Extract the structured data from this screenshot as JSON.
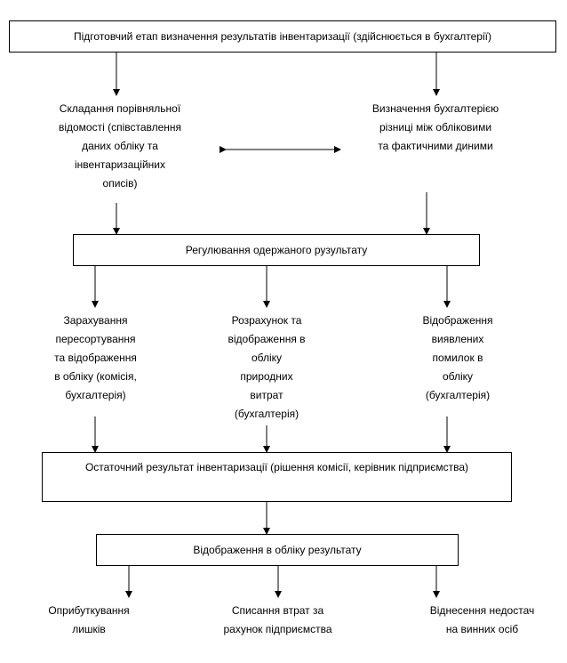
{
  "boxes": {
    "stage_prep": "Підготовчий етап визначення результатів інвентаризації (здійснюється в бухгалтерії)",
    "regulation": "Регулювання одержаного рузультату",
    "final_result": "Остаточний результат інвентаризації (рішення комісії, керівник підприємства)",
    "accounting_display": "Відображення в обліку результату"
  },
  "texts": {
    "compare_sheet": "Складання порівняльної\nвідомості (співставлення\nданих обліку та\nінвентаризаційних\nописів)",
    "difference_detect": "Визначення бухгалтерією\nрізниці між обліковими\nта фактичними диними",
    "resorting": "Зарахування\nпересортування\nта відображення\nв обліку (комісія,\nбухгалтерія)",
    "natural_losses": "Розрахунок та\nвідображення в\nобліку\nприродних\nвитрат\n(бухгалтерія)",
    "errors": "Відображення\nвиявлених\nпомилок в\nобліку\n(бухгалтерія)",
    "surplus": "Оприбуткування\nлишків",
    "write_off": "Списання втрат за\nрахунок підприємства",
    "shortage": "Віднесення недостач\nна винних осіб"
  }
}
